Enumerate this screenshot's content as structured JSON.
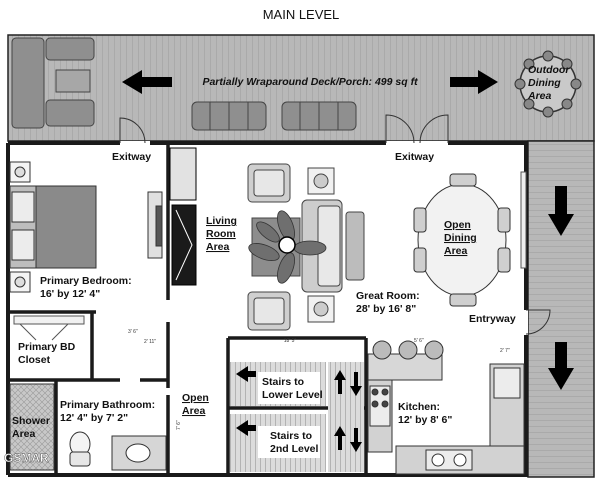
{
  "title": "MAIN LEVEL",
  "watermark": "GSMAR",
  "deck": {
    "label": "Partially Wraparound Deck/Porch: 499 sq ft"
  },
  "outdoor_dining": {
    "line1": "Outdoor",
    "line2": "Dining",
    "line3": "Area"
  },
  "rooms": {
    "exitway_left": "Exitway",
    "exitway_right": "Exitway",
    "living_room": {
      "line1": "Living",
      "line2": "Room",
      "line3": "Area"
    },
    "open_dining": {
      "line1": "Open",
      "line2": "Dining",
      "line3": "Area"
    },
    "primary_bedroom": {
      "name": "Primary Bedroom:",
      "dims": "16' by 12' 4\""
    },
    "great_room": {
      "name": "Great Room:",
      "dims": "28' by 16' 8\""
    },
    "entryway": "Entryway",
    "primary_closet": {
      "line1": "Primary BD",
      "line2": "Closet"
    },
    "primary_bathroom": {
      "name": "Primary Bathroom:",
      "dims": "12' 4\" by 7' 2\""
    },
    "shower": {
      "line1": "Shower",
      "line2": "Area"
    },
    "open_area": {
      "line1": "Open",
      "line2": "Area"
    },
    "stairs_lower": {
      "line1": "Stairs to",
      "line2": "Lower Level"
    },
    "stairs_2nd": {
      "line1": "Stairs to",
      "line2": "2nd Level"
    },
    "kitchen": {
      "name": "Kitchen:",
      "dims": "12' by 8' 6\""
    }
  },
  "dimension_marks": {
    "d1": "18' 5\"",
    "d2": "3' 6\"",
    "d3": "2' 11\"",
    "d4": "5' 6\"",
    "d5": "2' 7\"",
    "d6": "7' 6\""
  },
  "colors": {
    "deck": "#b5b5b5",
    "deck_line": "#9a9a9a",
    "wall": "#1a1a1a",
    "furniture": "#8d8d8d",
    "floor": "#ffffff"
  }
}
